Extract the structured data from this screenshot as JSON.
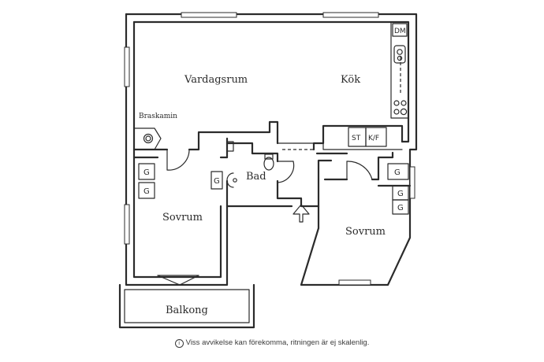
{
  "rooms": {
    "living": "Vardagsrum",
    "kitchen": "Kök",
    "bath": "Bad",
    "bedroom_left": "Sovrum",
    "bedroom_right": "Sovrum",
    "balcony": "Balkong"
  },
  "fixtures": {
    "stove_label": "Braskamin",
    "dishwasher": "DM",
    "storage": "ST",
    "fridge_freezer": "K/F",
    "wardrobe": "G"
  },
  "disclaimer": {
    "icon": "info-icon",
    "text": "Viss avvikelse kan förekomma, ritningen är ej skalenlig."
  }
}
